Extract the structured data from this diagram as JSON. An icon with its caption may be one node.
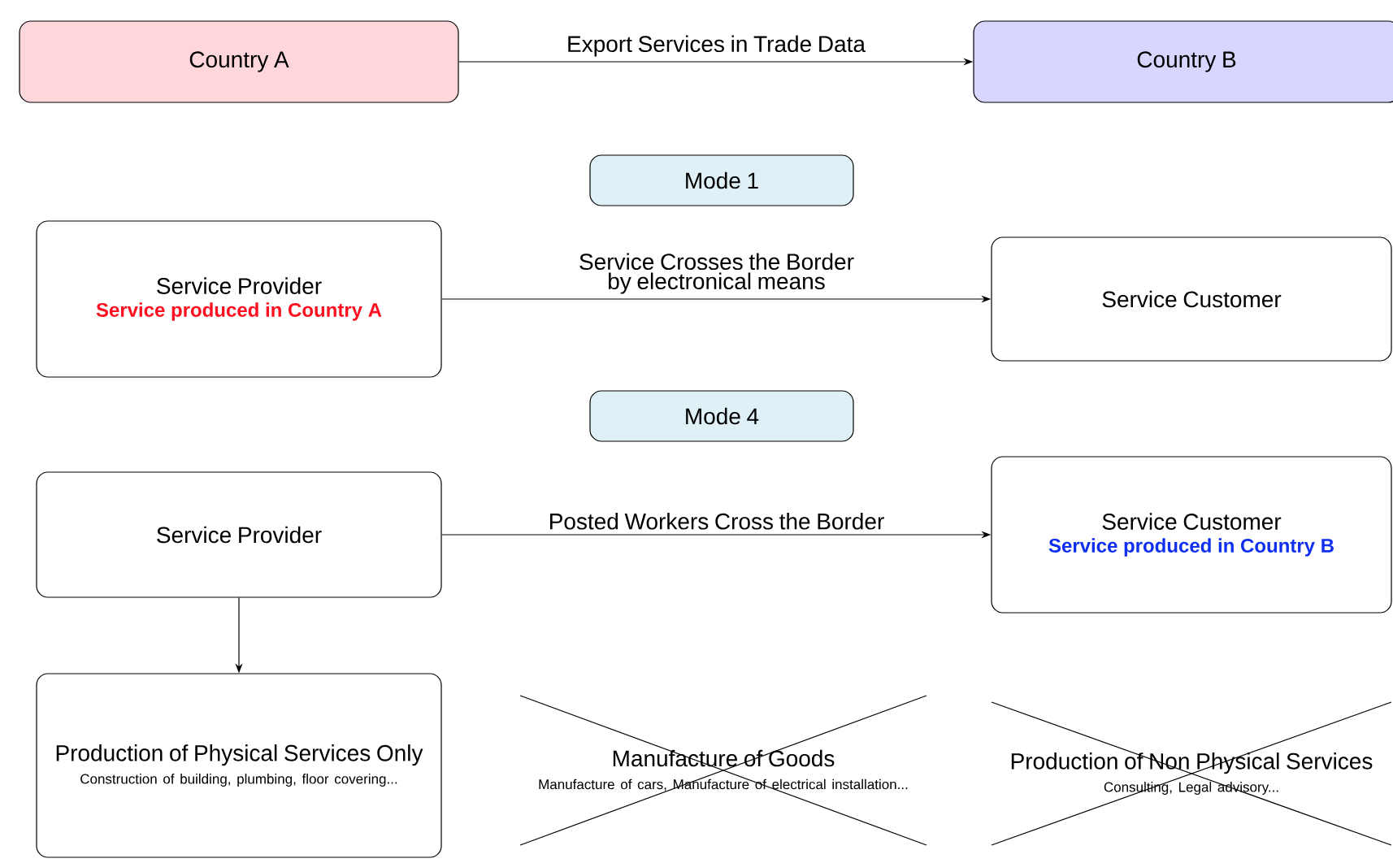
{
  "diagram": {
    "nodes": [
      {
        "text": [
          "Country A"
        ]
      },
      {
        "text": [
          "Country B"
        ]
      },
      {
        "text": [
          "Mode 1"
        ]
      },
      {
        "text": [
          "Service Provider",
          "Service produced in Country A"
        ]
      },
      {
        "text": [
          "Service Customer"
        ]
      },
      {
        "text": [
          "Mode 4"
        ]
      },
      {
        "text": [
          "Service Provider"
        ]
      },
      {
        "text": [
          "Service Customer",
          "Service produced in Country B"
        ]
      },
      {
        "text": [
          "Production of Physical Services Only",
          "Construction of building, plumbing, floor covering..."
        ]
      },
      {
        "text": [
          "Manufacture of Goods",
          "Manufacture of cars, Manufacture of electrical installation..."
        ]
      },
      {
        "text": [
          "Production of Non Physical Services",
          "Consulting, Legal advisory..."
        ]
      }
    ],
    "edges": [
      {
        "from": 0,
        "to": 1,
        "arrow": "to",
        "label": "Export Services in Trade Data"
      },
      {
        "from": 3,
        "to": 4,
        "arrow": "to",
        "label": "Service Crosses the Border by electronical means"
      },
      {
        "from": 6,
        "to": 7,
        "arrow": "to",
        "label": "Posted Workers Cross the Border"
      },
      {
        "from": 6,
        "to": 8,
        "arrow": "to"
      }
    ]
  }
}
